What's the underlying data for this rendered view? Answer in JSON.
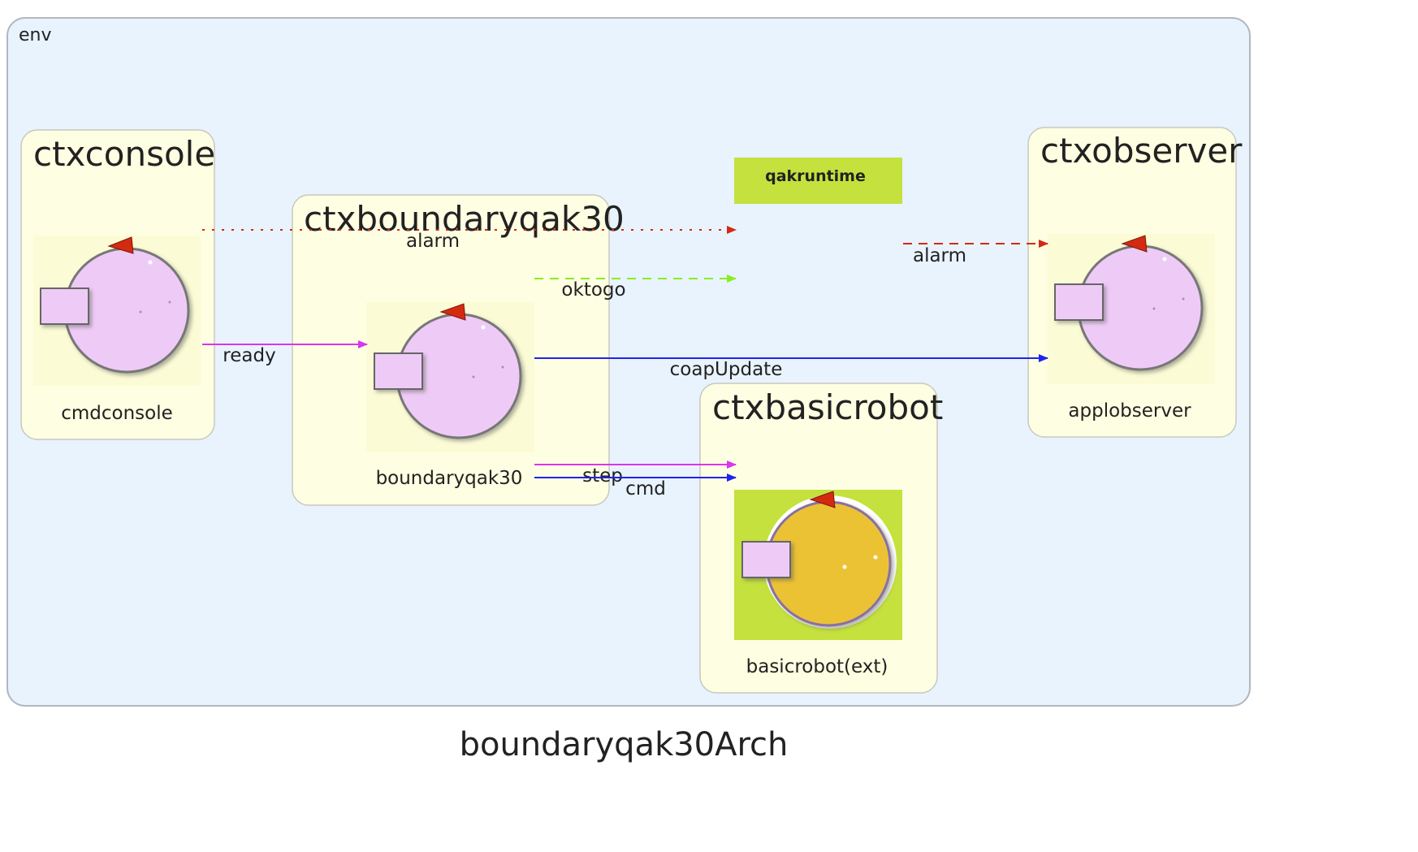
{
  "env": {
    "label": "env"
  },
  "contexts": {
    "ctxconsole": {
      "title": "ctxconsole",
      "actor": "cmdconsole"
    },
    "ctxboundary": {
      "title": "ctxboundaryqak30",
      "actor": "boundaryqak30"
    },
    "ctxobserver": {
      "title": "ctxobserver",
      "actor": "applobserver"
    },
    "ctxbasicrobot": {
      "title": "ctxbasicrobot",
      "actor": "basicrobot(ext)"
    }
  },
  "runtime": {
    "label": "qakruntime"
  },
  "edges": {
    "alarm_console": "alarm",
    "alarm_observer": "alarm",
    "oktogo": "oktogo",
    "ready": "ready",
    "coapUpdate": "coapUpdate",
    "step": "step",
    "cmd": "cmd"
  },
  "caption": "boundaryqak30Arch",
  "colors": {
    "env_fill": "#e8f3fd",
    "env_stroke": "#b0b8c0",
    "ctx_fill": "#fefee2",
    "ctx_stroke": "#c8c8c0",
    "runtime_fill": "#c4e13e",
    "actor_bg": "#fbfbd6",
    "actor_fill": "#eecbf6",
    "robot_bg": "#c4e13e",
    "robot_fill": "#ecc236",
    "red": "#d42a10",
    "green": "#88ee22",
    "magenta": "#dd33ee",
    "blue": "#2222ee"
  }
}
